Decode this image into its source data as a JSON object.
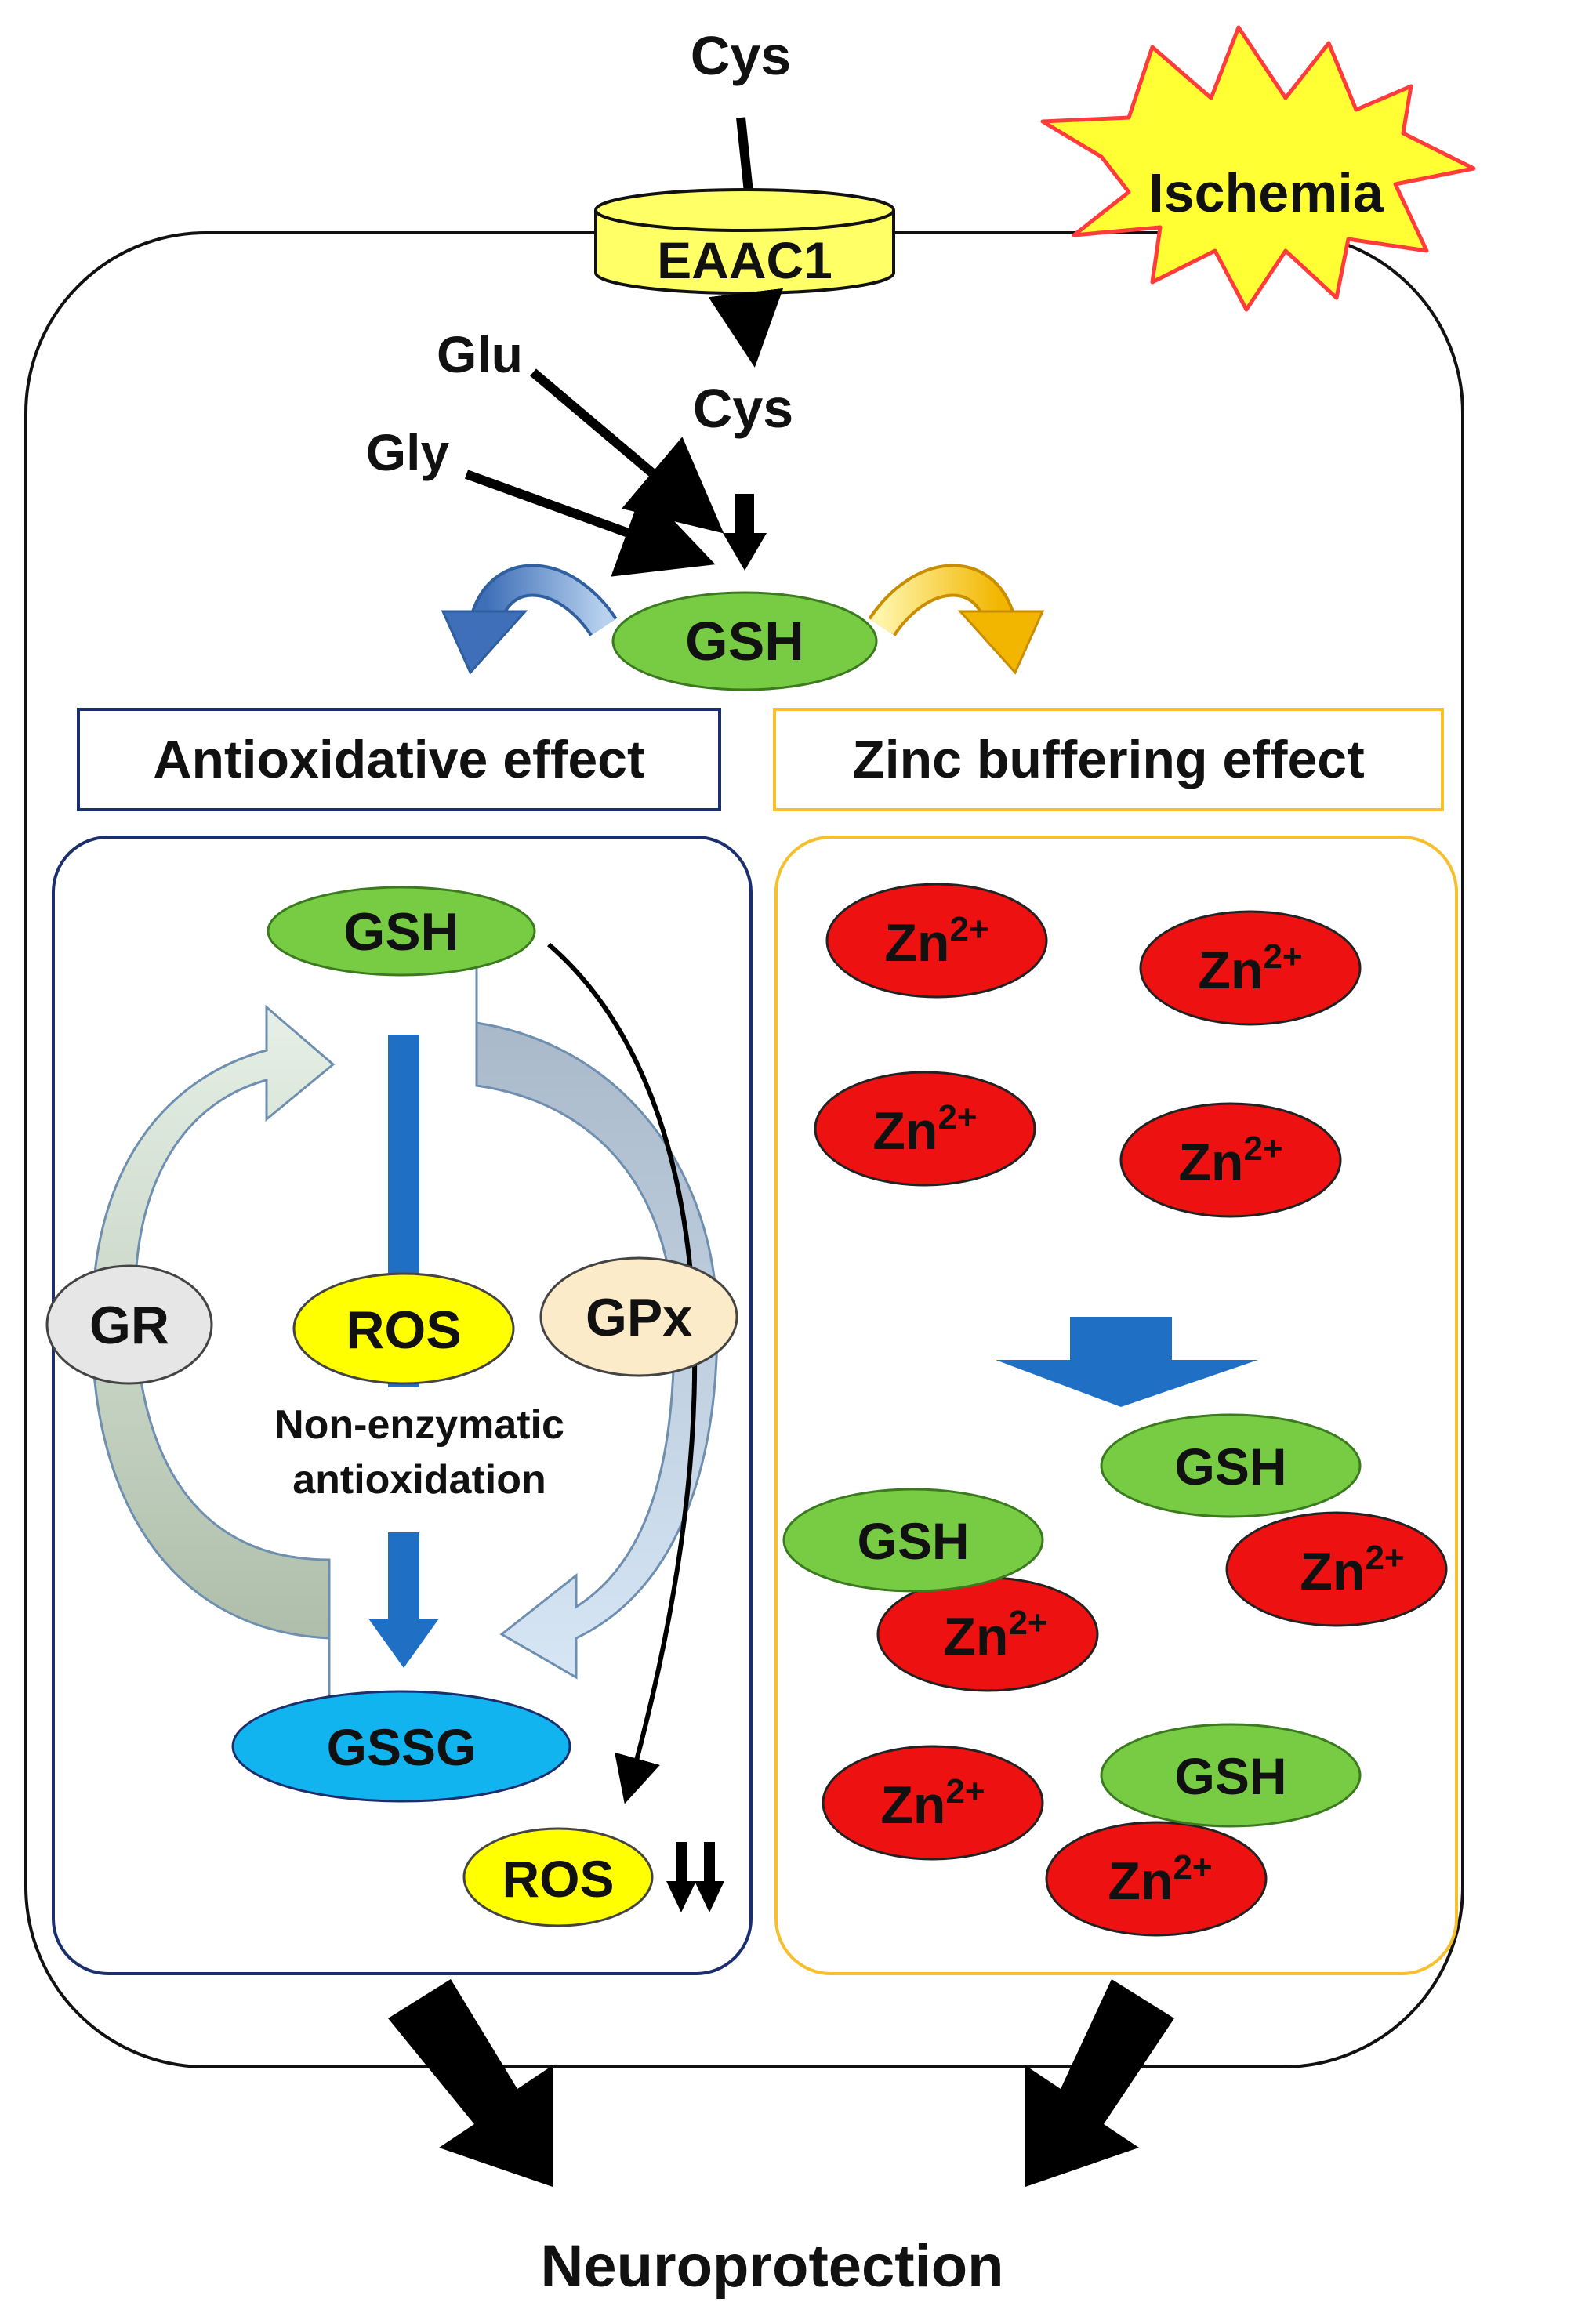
{
  "labels": {
    "cys_outside": "Cys",
    "transporter": "EAAC1",
    "ischemia": "Ischemia",
    "glu": "Glu",
    "gly": "Gly",
    "cys_inside": "Cys",
    "gsh_main": "GSH",
    "antioxidative_title": "Antioxidative effect",
    "zinc_title": "Zinc buffering effect",
    "gsh_cycle": "GSH",
    "gr": "GR",
    "ros": "ROS",
    "gpx": "GPx",
    "nonenzymatic_line1": "Non-enzymatic",
    "nonenzymatic_line2": "antioxidation",
    "gssg": "GSSG",
    "ros_reduced": "ROS",
    "zn_symbol": "Zn",
    "zn_charge": "2+",
    "gsh_bound": "GSH",
    "outcome": "Neuroprotection"
  },
  "colors": {
    "transporter_fill": "#ffff66",
    "ischemia_fill": "#ffff33",
    "ischemia_stroke": "#ff3b3b",
    "gsh_fill": "#77cc44",
    "zn_fill": "#ee1111",
    "ros_fill": "#ffff00",
    "gssg_fill": "#11b4ee",
    "gr_fill": "#e6e6e6",
    "gpx_fill": "#fcebc9",
    "antioxidative_border": "#1b2f6e",
    "zinc_border": "#f5c02c",
    "blue_arrow": "#1f6fc5"
  }
}
